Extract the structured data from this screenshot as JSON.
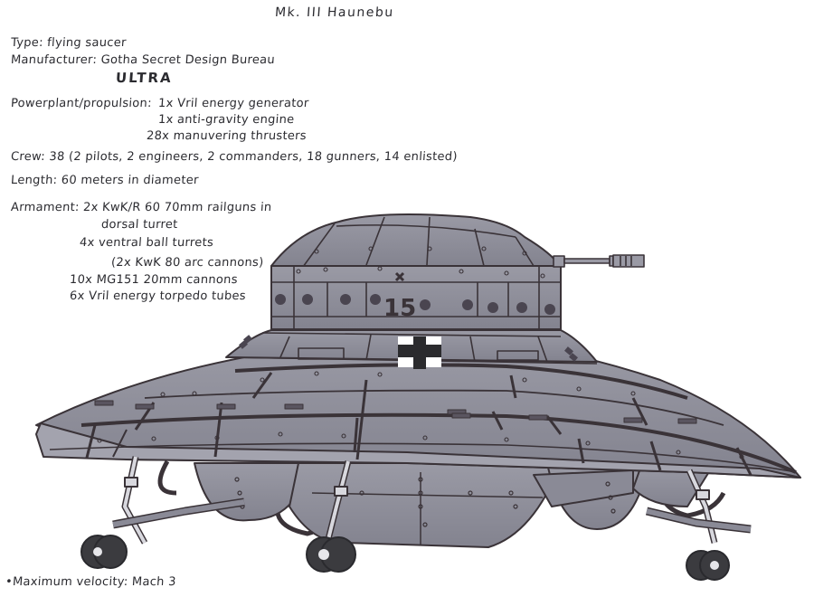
{
  "sheet": {
    "title": "Mk. III Haunebu",
    "specs": {
      "type": "Type: flying saucer",
      "manufacturer": "Manufacturer: Gotha Secret Design Bureau",
      "manufacturer_line2": "ULTRA",
      "powerplant_label": "Powerplant/propulsion:",
      "powerplant": [
        "1x Vril energy generator",
        "1x anti-gravity engine",
        "28x manuvering thrusters"
      ],
      "crew": "Crew: 38 (2 pilots, 2 engineers, 2 commanders, 18 gunners, 14 enlisted)",
      "length": "Length: 60 meters in diameter",
      "armament_label": "Armament:",
      "armament": [
        "2x KwK/R 60 70mm railguns in",
        "dorsal turret",
        "4x ventral ball turrets",
        "(2x KwK 80 arc cannons)",
        "10x MG151 20mm cannons",
        "6x Vril energy torpedo tubes"
      ],
      "max_velocity": "•Maximum velocity: Mach 3"
    },
    "illustration": {
      "hull_number": "15",
      "insignia": "balkenkreuz",
      "colors": {
        "hull": "#8a8a96",
        "hull_light": "#a3a3ae",
        "hull_dark": "#74747f",
        "outline": "#3a3338",
        "tire": "#3b3b3f",
        "strut": "#d8d8de",
        "paper": "#ffffff"
      }
    }
  }
}
